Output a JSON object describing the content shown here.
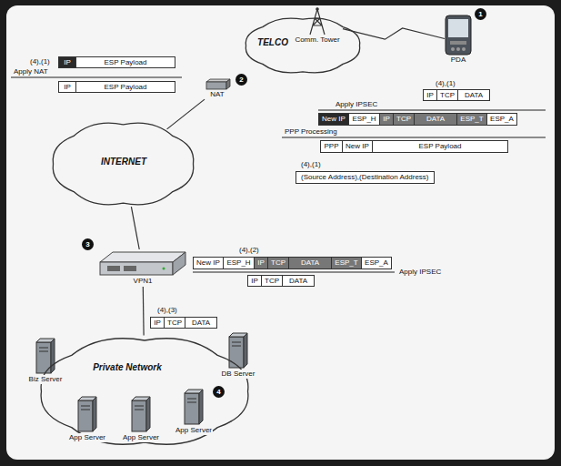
{
  "diagram": {
    "nodes": [
      {
        "text": [
          "TELCO"
        ]
      },
      {
        "text": [
          "Comm. Tower"
        ]
      },
      {
        "text": [
          "PDA"
        ]
      },
      {
        "text": [
          "IP"
        ]
      },
      {
        "text": [
          "ESP Payload"
        ]
      },
      {
        "text": [
          "NAT"
        ]
      },
      {
        "text": [
          "IP"
        ]
      },
      {
        "text": [
          "ESP Payload"
        ]
      },
      {
        "text": [
          "IP"
        ]
      },
      {
        "text": [
          "TCP"
        ]
      },
      {
        "text": [
          "DATA"
        ]
      },
      {
        "text": [
          "New IP"
        ]
      },
      {
        "text": [
          "ESP_H"
        ]
      },
      {
        "text": [
          "IP"
        ]
      },
      {
        "text": [
          "TCP"
        ]
      },
      {
        "text": [
          "DATA"
        ]
      },
      {
        "text": [
          "ESP_T"
        ]
      },
      {
        "text": [
          "ESP_A"
        ]
      },
      {
        "text": [
          "PPP"
        ]
      },
      {
        "text": [
          "New IP"
        ]
      },
      {
        "text": [
          "ESP Payload"
        ]
      },
      {
        "text": [
          "INTERNET"
        ]
      },
      {
        "text": [
          "(Source Address),(Destination Address)"
        ]
      },
      {
        "text": [
          "VPN1"
        ]
      },
      {
        "text": [
          "New IP"
        ]
      },
      {
        "text": [
          "ESP_H"
        ]
      },
      {
        "text": [
          "IP"
        ]
      },
      {
        "text": [
          "TCP"
        ]
      },
      {
        "text": [
          "DATA"
        ]
      },
      {
        "text": [
          "ESP_T"
        ]
      },
      {
        "text": [
          "ESP_A"
        ]
      },
      {
        "text": [
          "IP"
        ]
      },
      {
        "text": [
          "TCP"
        ]
      },
      {
        "text": [
          "DATA"
        ]
      },
      {
        "text": [
          "IP"
        ]
      },
      {
        "text": [
          "TCP"
        ]
      },
      {
        "text": [
          "DATA"
        ]
      },
      {
        "text": [
          "Private Network"
        ]
      },
      {
        "text": [
          "Biz Server"
        ],
        "in": 37
      },
      {
        "text": [
          "DB Server"
        ],
        "in": 37
      },
      {
        "text": [
          "App Server"
        ],
        "in": 37
      },
      {
        "text": [
          "App Server"
        ],
        "in": 37
      },
      {
        "text": [
          "App Server"
        ],
        "in": 37
      }
    ],
    "edges": [
      {
        "from": 2,
        "to": 1,
        "arrow": "none"
      },
      {
        "from": 5,
        "to": 21,
        "arrow": "none"
      },
      {
        "from": 21,
        "to": 23,
        "arrow": "none"
      },
      {
        "from": 23,
        "to": 37,
        "arrow": "none"
      }
    ],
    "labels": [
      "1",
      "(4),(1)",
      "Apply NAT",
      "2",
      "(4),(1)",
      "Apply IPSEC",
      "PPP Processing",
      "(4),(1)",
      "3",
      "(4),(2)",
      "Apply IPSEC",
      "(4),(3)",
      "4"
    ]
  }
}
